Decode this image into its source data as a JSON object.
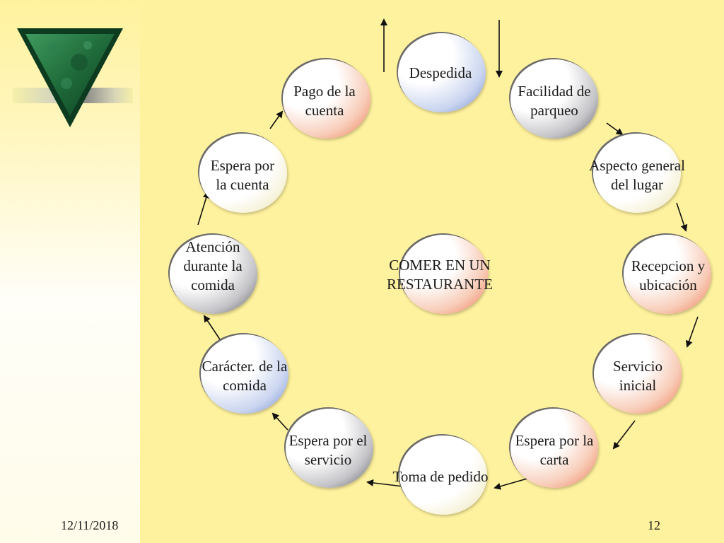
{
  "diagram": {
    "center": "COMER EN UN\nRESTAURANTE",
    "steps": [
      {
        "label": "Despedida",
        "color": "blue"
      },
      {
        "label": "Facilidad de\nparqueo",
        "color": "gray"
      },
      {
        "label": "Aspecto general\ndel lugar",
        "color": "white"
      },
      {
        "label": "Recepcion y\nubicación",
        "color": "red"
      },
      {
        "label": "Servicio\ninicial",
        "color": "red"
      },
      {
        "label": "Espera por la\ncarta",
        "color": "red"
      },
      {
        "label": "Toma de pedido",
        "color": "white"
      },
      {
        "label": "Espera por el\nservicio",
        "color": "gray"
      },
      {
        "label": "Carácter. de la\ncomida",
        "color": "blue"
      },
      {
        "label": "Atención\ndurante la\ncomida",
        "color": "gray"
      },
      {
        "label": "Espera por\nla cuenta",
        "color": "white"
      },
      {
        "label": "Pago de la\ncuenta",
        "color": "red"
      }
    ]
  },
  "footer": {
    "date": "12/11/2018",
    "page_number": "12"
  },
  "colors": {
    "background": "#fff29e",
    "logo_green": "#1f6b3a",
    "node_blue": "#6c86d1",
    "node_red": "#ee7650",
    "node_gray": "#54545c"
  }
}
